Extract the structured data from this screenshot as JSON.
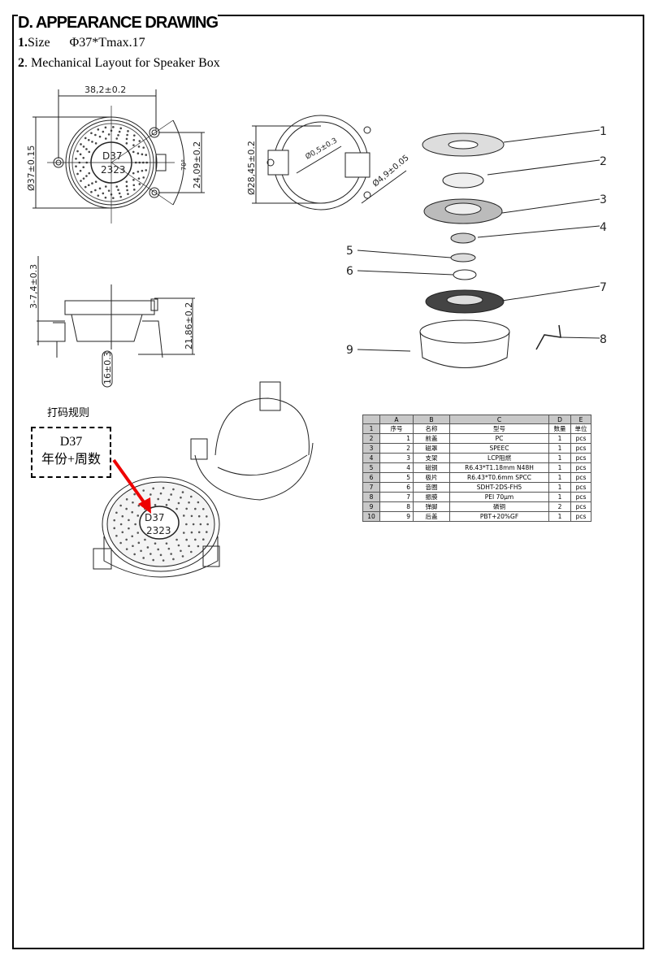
{
  "header": {
    "title": "D. APPEARANCE DRAWING",
    "size_num": "1.",
    "size_label": "Size",
    "size_value": "Φ37*Tmax.17",
    "layout_num": "2",
    "layout_label": ". Mechanical Layout for Speaker Box"
  },
  "dims": {
    "width": "38,2±0.2",
    "diameter": "Ø37±0.15",
    "height1": "24,09±0.2",
    "angle": "70°",
    "ring_dia": "Ø28,45±0.2",
    "wire": "Ø0,5±0.3",
    "hole": "Ø4,9±0.05",
    "pin": "3-7,4±0.3",
    "total_h": "21,86±0.2",
    "depth": "16±0.3"
  },
  "marking": {
    "line1": "D37",
    "line2": "2323"
  },
  "callouts": [
    "1",
    "2",
    "3",
    "4",
    "5",
    "6",
    "7",
    "8",
    "9"
  ],
  "code_rule": {
    "label": "打码规则",
    "line1": "D37",
    "line2": "年份+周数"
  },
  "bom": {
    "columns": [
      "",
      "A",
      "B",
      "C",
      "D",
      "E"
    ],
    "rows": [
      [
        "1",
        "序号",
        "名称",
        "型号",
        "数量",
        "单位"
      ],
      [
        "2",
        "1",
        "前盖",
        "PC",
        "1",
        "pcs"
      ],
      [
        "3",
        "2",
        "磁罩",
        "SPEEC",
        "1",
        "pcs"
      ],
      [
        "4",
        "3",
        "支架",
        "LCP阻燃",
        "1",
        "pcs"
      ],
      [
        "5",
        "4",
        "磁钢",
        "R6.43*T1.18mm N48H",
        "1",
        "pcs"
      ],
      [
        "6",
        "5",
        "极片",
        "R6.43*T0.6mm SPCC",
        "1",
        "pcs"
      ],
      [
        "7",
        "6",
        "音圈",
        "SDHT-2DS-FH5",
        "1",
        "pcs"
      ],
      [
        "8",
        "7",
        "振膜",
        "PEI 70μm",
        "1",
        "pcs"
      ],
      [
        "9",
        "8",
        "弹脚",
        "磷铜",
        "2",
        "pcs"
      ],
      [
        "10",
        "9",
        "后盖",
        "PBT+20%GF",
        "1",
        "pcs"
      ]
    ]
  }
}
